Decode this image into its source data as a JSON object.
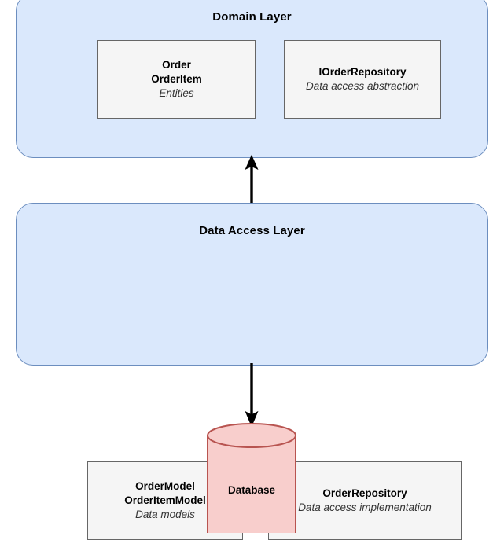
{
  "diagram": {
    "title": "Layered architecture: Domain Layer, Data Access Layer and Database",
    "colors": {
      "layer_fill": "#dae8fc",
      "layer_stroke": "#6c8ebf",
      "box_fill": "#f5f5f5",
      "box_stroke": "#666666",
      "database_fill": "#f8cecc",
      "database_stroke": "#b85450",
      "arrow": "#000000",
      "text": "#000000"
    }
  },
  "domain_layer": {
    "title": "Domain Layer",
    "boxes": [
      {
        "names": [
          "Order",
          "OrderItem"
        ],
        "description": "Entities"
      },
      {
        "names": [
          "IOrderRepository"
        ],
        "description": "Data access abstraction"
      }
    ]
  },
  "data_access_layer": {
    "title": "Data Access Layer",
    "boxes": [
      {
        "names": [
          "OrderModel",
          "OrderItemModel"
        ],
        "description": "Data models"
      },
      {
        "names": [
          "OrderRepository"
        ],
        "description": "Data access implementation"
      }
    ]
  },
  "database": {
    "label": "Database"
  },
  "connectors": [
    {
      "name": "data-access-to-domain",
      "direction": "up",
      "from": "Data Access Layer",
      "to": "Domain Layer"
    },
    {
      "name": "data-access-to-database",
      "direction": "down",
      "from": "Data Access Layer",
      "to": "Database"
    }
  ]
}
